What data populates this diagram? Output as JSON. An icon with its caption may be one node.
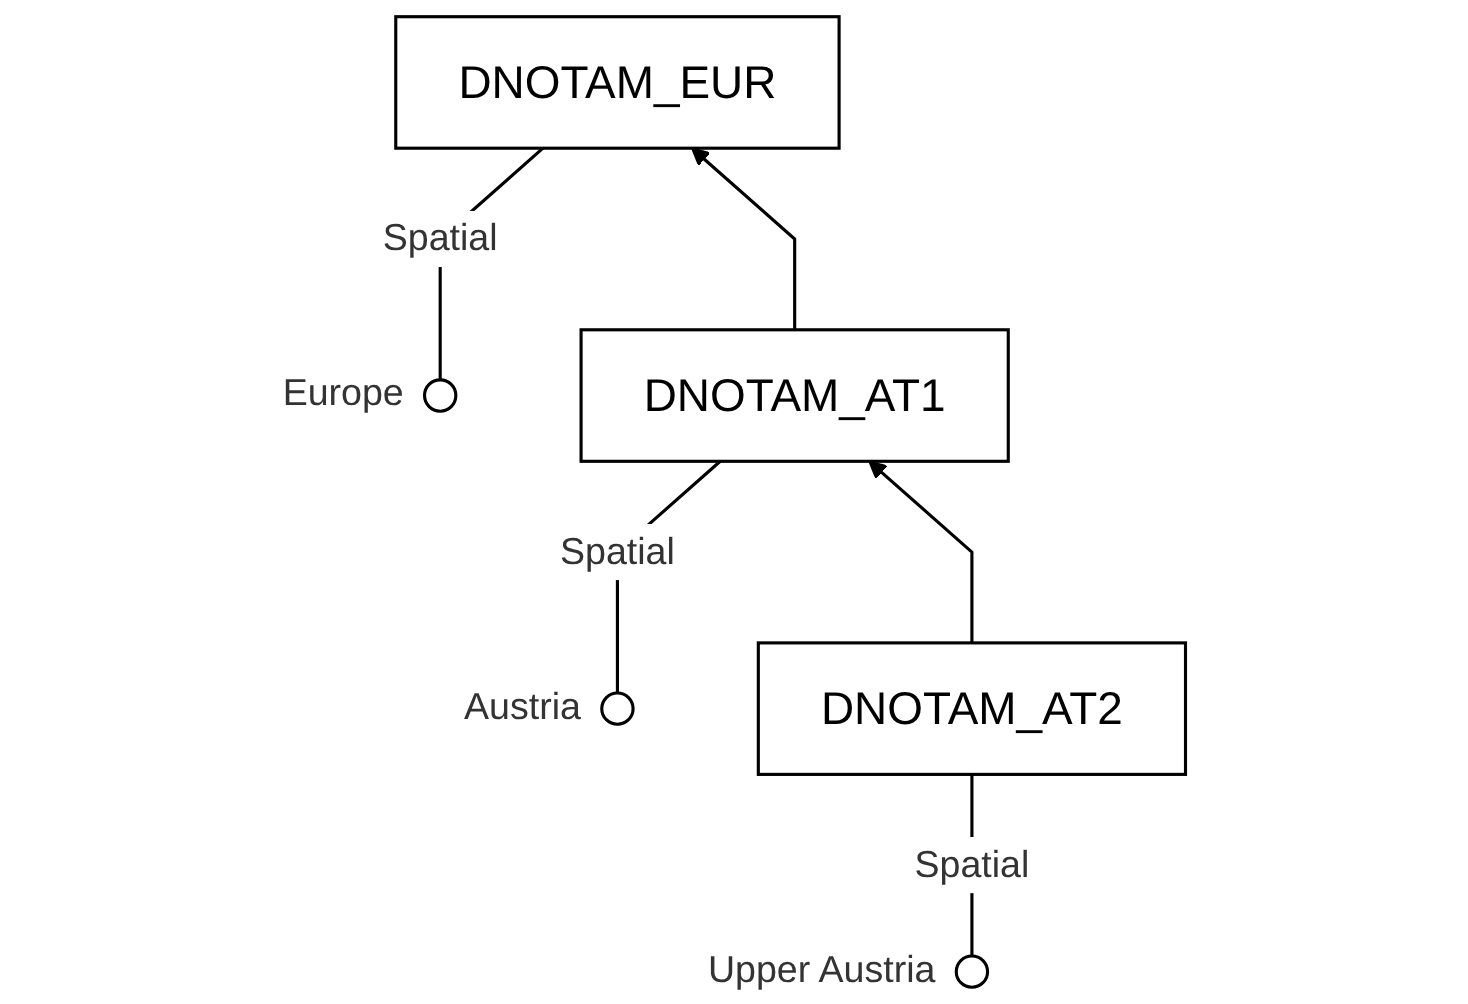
{
  "diagram": {
    "nodes": [
      {
        "text": [],
        "shape": "circle",
        "beside": [
          "Europe"
        ]
      },
      {
        "text": [
          "DNOTAM_EUR"
        ]
      },
      {
        "text": [],
        "shape": "circle",
        "beside": [
          "Austria"
        ]
      },
      {
        "text": [
          "DNOTAM_AT1"
        ]
      },
      {
        "text": [],
        "shape": "circle",
        "beside": [
          "Upper Austria"
        ]
      },
      {
        "text": [
          "DNOTAM_AT2"
        ]
      }
    ],
    "edges": [
      {
        "from": 0,
        "to": 1,
        "label": "Spatial",
        "arrow": "none"
      },
      {
        "from": 2,
        "to": 3,
        "label": "Spatial",
        "arrow": "none"
      },
      {
        "from": 4,
        "to": 5,
        "label": "Spatial",
        "arrow": "none"
      },
      {
        "from": 3,
        "to": 1,
        "arrow": "to"
      },
      {
        "from": 5,
        "to": 3,
        "arrow": "to"
      }
    ]
  }
}
